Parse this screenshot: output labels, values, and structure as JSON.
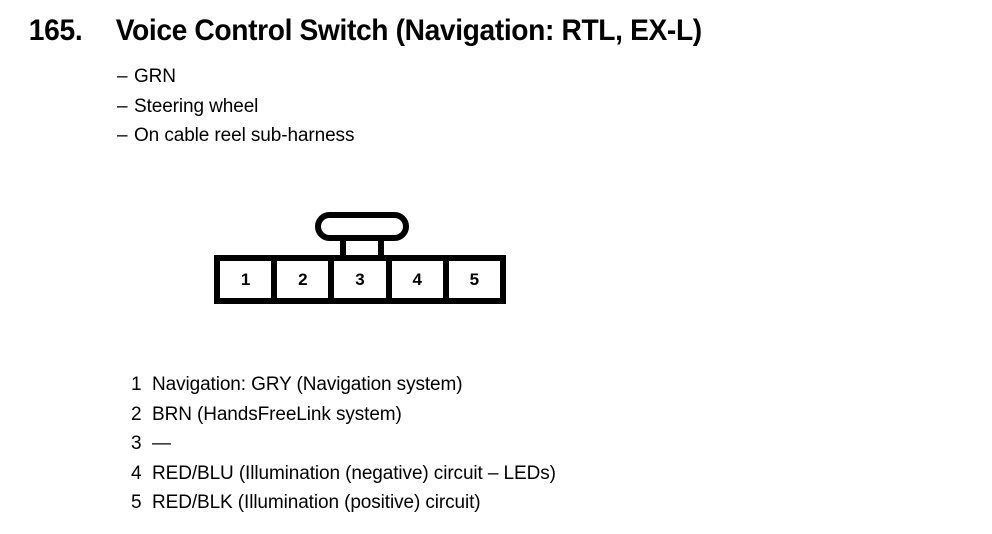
{
  "title": {
    "number": "165.",
    "text": "Voice Control Switch (Navigation: RTL, EX-L)"
  },
  "notes": [
    {
      "dash": "–",
      "text": "GRN"
    },
    {
      "dash": "–",
      "text": "Steering wheel"
    },
    {
      "dash": "–",
      "text": "On cable reel sub-harness"
    }
  ],
  "connector": {
    "pin_count": 5,
    "pins": [
      "1",
      "2",
      "3",
      "4",
      "5"
    ],
    "latch_name": "locking-tab",
    "body_color": "#000000",
    "cell_color": "#ffffff"
  },
  "pin_legend": [
    {
      "num": "1",
      "label": "Navigation: GRY (Navigation system)"
    },
    {
      "num": "2",
      "label": "BRN (HandsFreeLink system)"
    },
    {
      "num": "3",
      "label": "—"
    },
    {
      "num": "4",
      "label": "RED/BLU (Illumination (negative) circuit – LEDs)"
    },
    {
      "num": "5",
      "label": "RED/BLK (Illumination (positive) circuit)"
    }
  ]
}
